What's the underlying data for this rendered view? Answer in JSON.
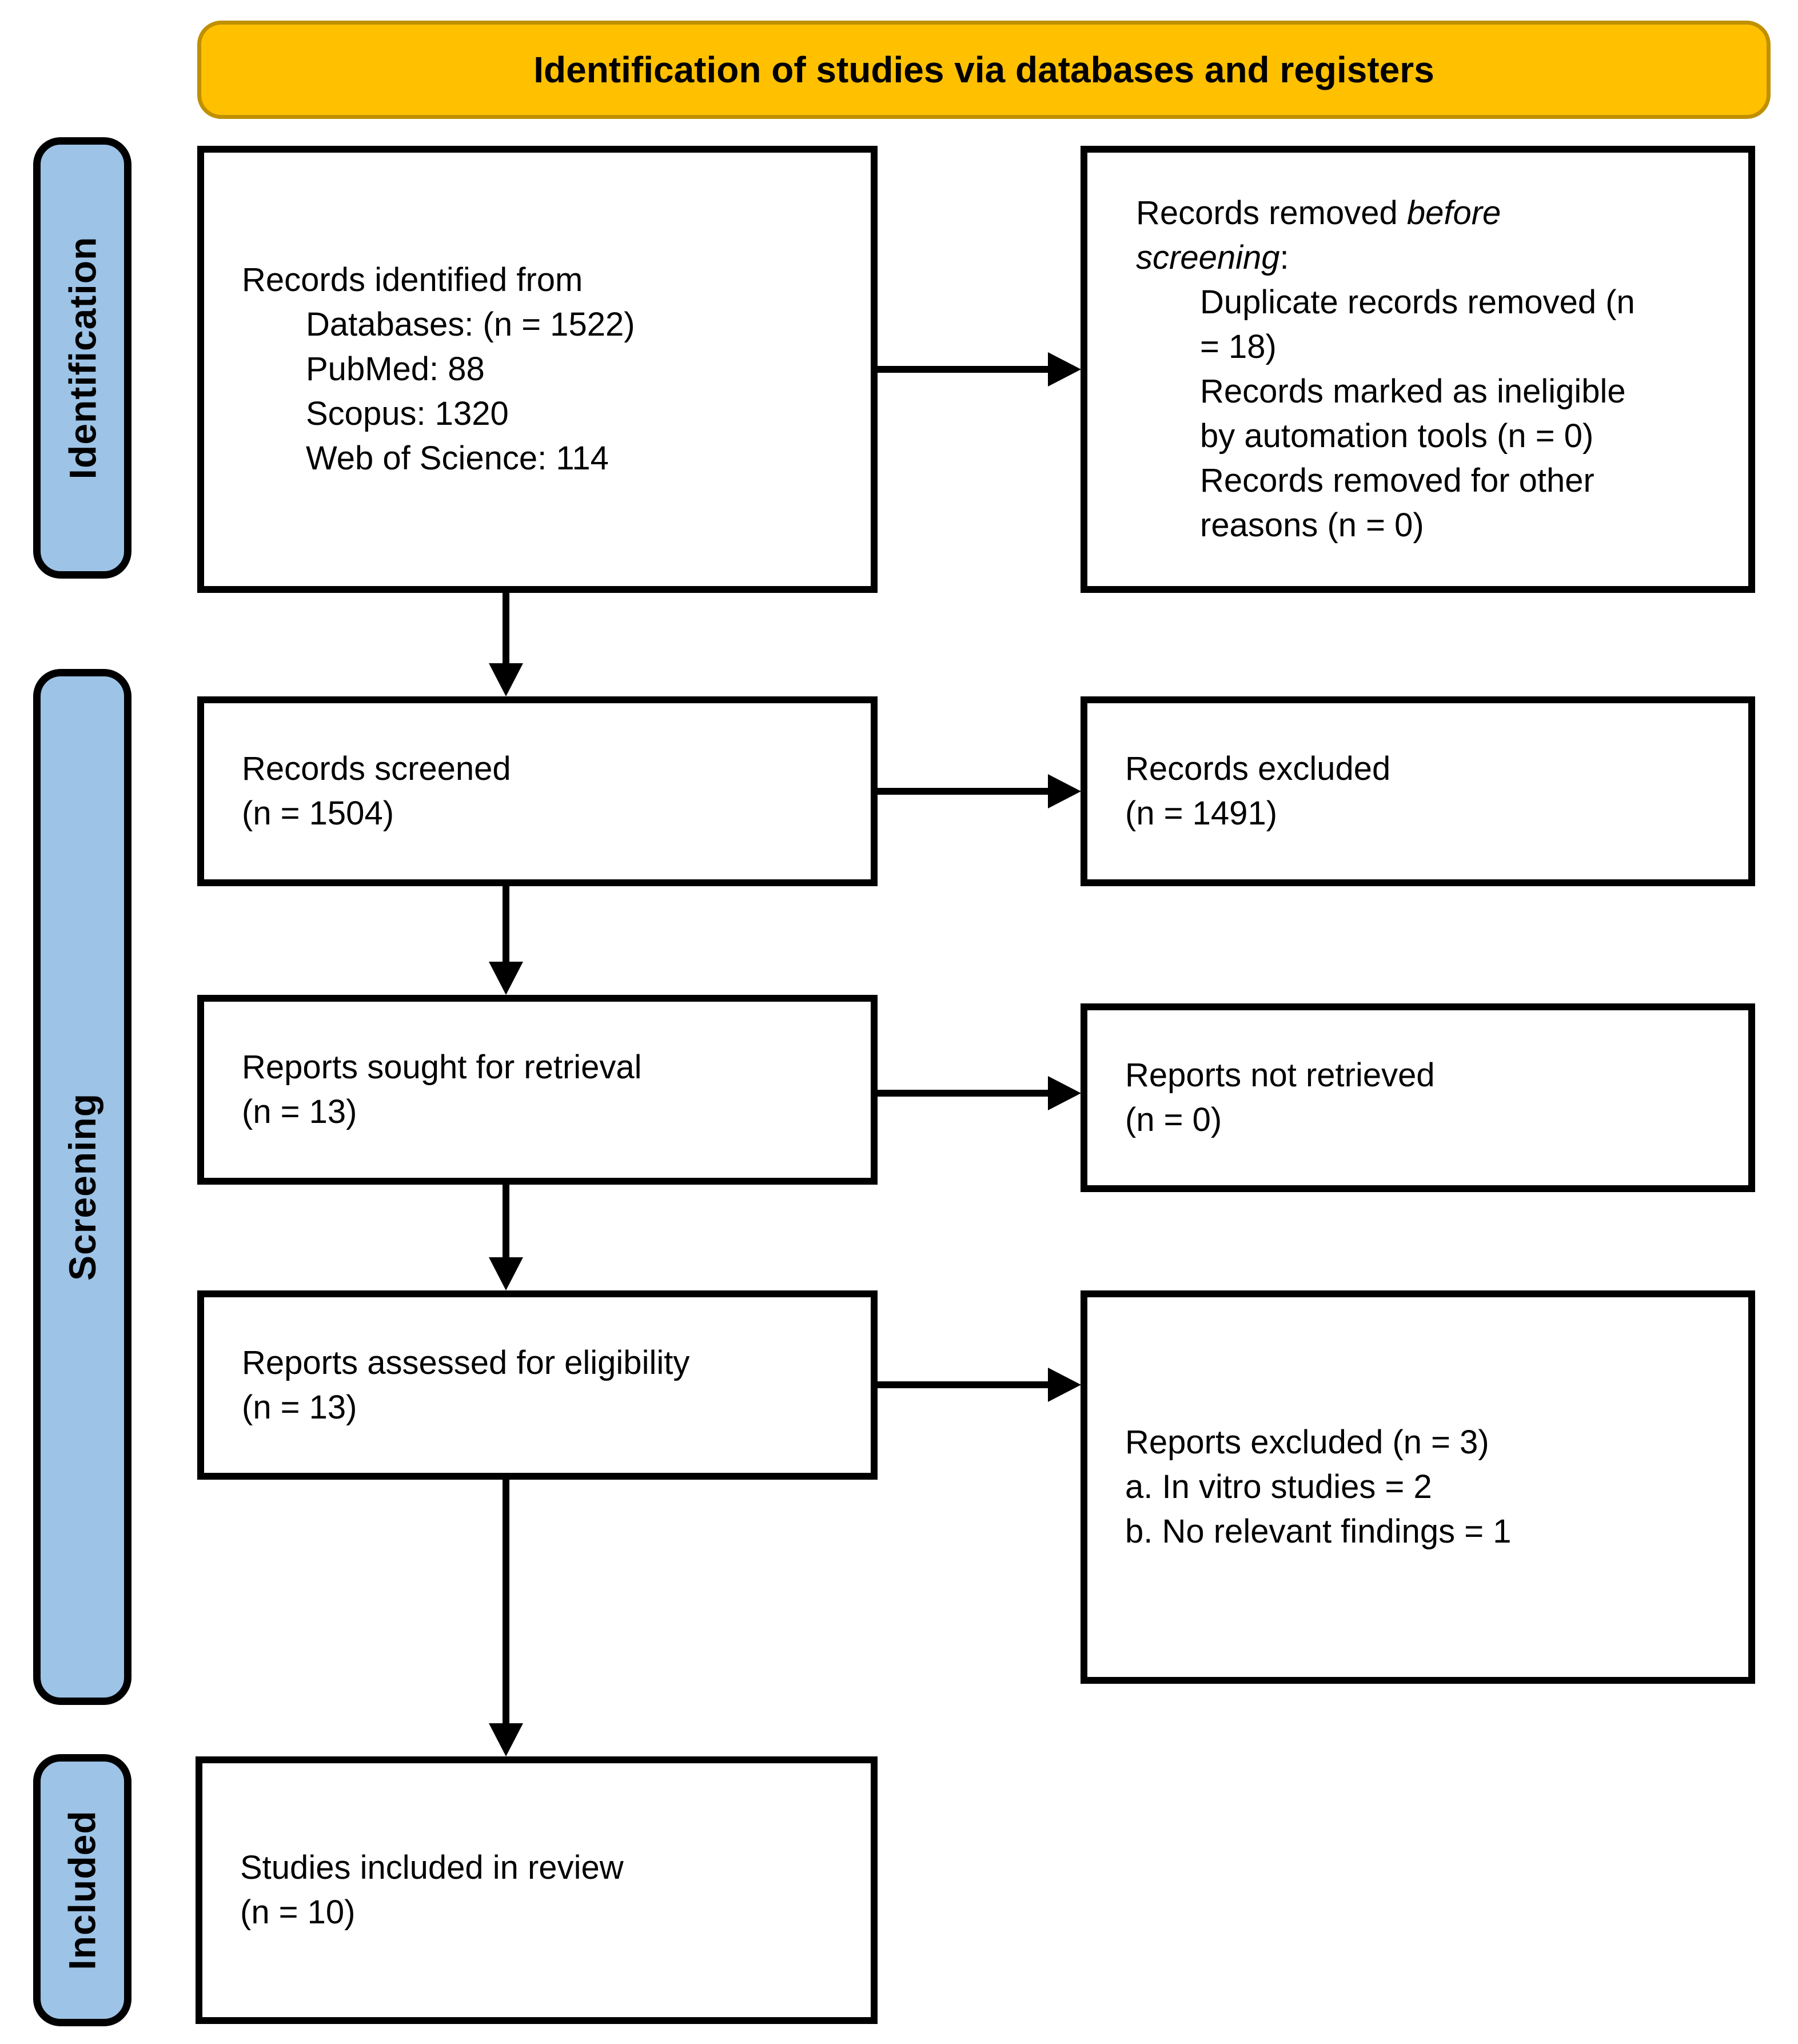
{
  "banner": {
    "title": "Identification of studies via databases and registers"
  },
  "sidebar": {
    "identification": "Identification",
    "screening": "Screening",
    "included": "Included"
  },
  "boxes": {
    "records_identified": {
      "line1": "Records identified from",
      "sub": [
        "Databases: (n = 1522)",
        "PubMed: 88",
        "Scopus: 1320",
        "Web of Science: 114"
      ]
    },
    "records_removed": {
      "intro_line1_prefix": "Records removed ",
      "intro_line1_italic": "before",
      "intro_line2_italic": "screening",
      "intro_line2_suffix": ":",
      "lines": [
        "Duplicate records removed (n",
        "= 18)",
        "Records marked as ineligible",
        "by automation tools (n = 0)",
        "Records removed for other",
        "reasons (n = 0)"
      ]
    },
    "records_screened": {
      "line1": "Records screened",
      "line2": "(n = 1504)"
    },
    "records_excluded": {
      "line1": "Records excluded",
      "line2": "(n = 1491)"
    },
    "reports_sought": {
      "line1": "Reports sought for retrieval",
      "line2": "(n = 13)"
    },
    "reports_not_retrieved": {
      "line1": "Reports not retrieved",
      "line2": "(n = 0)"
    },
    "reports_assessed": {
      "line1": "Reports assessed for eligibility",
      "line2": "(n = 13)"
    },
    "reports_excluded": {
      "title": "Reports excluded (n = 3)",
      "items": [
        "a. In vitro studies = 2",
        "b. No relevant findings = 1"
      ]
    },
    "studies_included": {
      "line1": "Studies included in review",
      "line2": "(n = 10)"
    }
  },
  "colors": {
    "banner_fill": "#FFC000",
    "banner_border": "#BF9000",
    "sidebar_fill": "#9DC3E6",
    "box_border": "#000000"
  }
}
